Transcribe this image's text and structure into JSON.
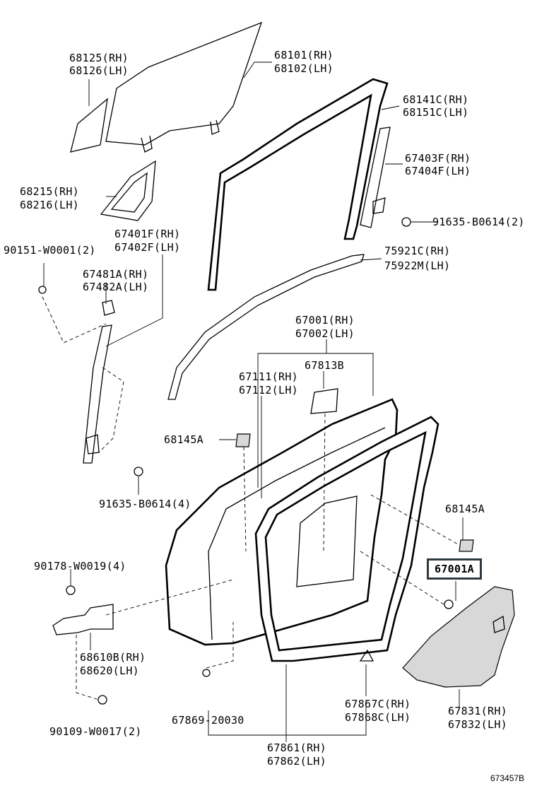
{
  "diagram": {
    "reference_code": "673457B",
    "highlighted_part": "67001A",
    "labels": {
      "l68125": "68125(RH)",
      "l68126": "68126(LH)",
      "l68101": "68101(RH)",
      "l68102": "68102(LH)",
      "l68141c": "68141C(RH)",
      "l68151c": "68151C(LH)",
      "l67403f": "67403F(RH)",
      "l67404f": "67404F(LH)",
      "l91635a": "91635-B0614(2)",
      "l68215": "68215(RH)",
      "l68216": "68216(LH)",
      "l67401f": "67401F(RH)",
      "l67402f": "67402F(LH)",
      "l90151": "90151-W0001(2)",
      "l75921c": "75921C(RH)",
      "l75922m": "75922M(LH)",
      "l67481a": "67481A(RH)",
      "l67482a": "67482A(LH)",
      "l67001": "67001(RH)",
      "l67002": "67002(LH)",
      "l67813b": "67813B",
      "l67111": "67111(RH)",
      "l67112": "67112(LH)",
      "l68145a_left": "68145A",
      "l68145a_right": "68145A",
      "l91635b": "91635-B0614(4)",
      "l67001a": "67001A",
      "l90178": "90178-W0019(4)",
      "l68610b": "68610B(RH)",
      "l68620": "68620(LH)",
      "l67867c": "67867C(RH)",
      "l67868c": "67868C(LH)",
      "l67831": "67831(RH)",
      "l67832": "67832(LH)",
      "l67869": "67869-20030",
      "l90109": "90109-W0017(2)",
      "l67861": "67861(RH)",
      "l67862": "67862(LH)"
    }
  }
}
